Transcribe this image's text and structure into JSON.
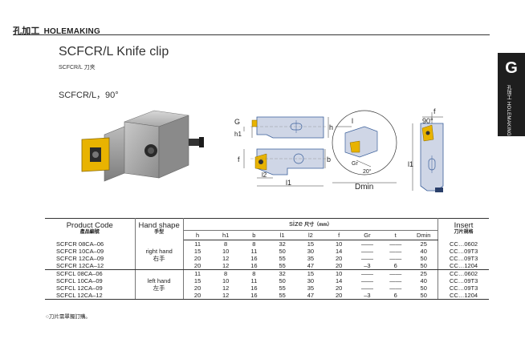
{
  "header": {
    "section_cn": "孔加工",
    "section_en": "HOLEMAKING"
  },
  "side_tab": {
    "letter": "G",
    "label_cn": "孔加工",
    "label_en": "HOLEMAKING"
  },
  "title": "SCFCR/L Knife clip",
  "subtitle": "SCFCR/L 刀夹",
  "series": "SCFCR/L，90°",
  "diagram_labels": {
    "G": "G",
    "h": "h",
    "h1": "h1",
    "f": "f",
    "b": "b",
    "l2": "l2",
    "l1": "l1",
    "l": "l",
    "Gr": "Gr",
    "angle_20": "20°",
    "Dmin": "Dmin",
    "f2": "f",
    "angle_90": "90°",
    "l1_side": "l1"
  },
  "table": {
    "headers": {
      "product_code": "Product Code",
      "product_code_cn": "產品編號",
      "hand_shape": "Hand shape",
      "hand_shape_cn": "手型",
      "size": "size",
      "size_cn": "尺寸（mm）",
      "insert": "Insert",
      "insert_cn": "刀片規格",
      "cols": [
        "h",
        "h1",
        "b",
        "l1",
        "l2",
        "f",
        "Gr",
        "t",
        "Dmin"
      ]
    },
    "groups": [
      {
        "hand": "right hand",
        "hand_cn": "右手",
        "rows": [
          {
            "code": "SCFCR 08CA–06",
            "h": "11",
            "h1": "8",
            "b": "8",
            "l1": "32",
            "l2": "15",
            "f": "10",
            "Gr": "——",
            "t": "——",
            "Dmin": "25",
            "insert": "CC…0602"
          },
          {
            "code": "SCFCR 10CA–09",
            "h": "15",
            "h1": "10",
            "b": "11",
            "l1": "50",
            "l2": "30",
            "f": "14",
            "Gr": "——",
            "t": "——",
            "Dmin": "40",
            "insert": "CC…09T3"
          },
          {
            "code": "SCFCR 12CA–09",
            "h": "20",
            "h1": "12",
            "b": "16",
            "l1": "55",
            "l2": "35",
            "f": "20",
            "Gr": "——",
            "t": "——",
            "Dmin": "50",
            "insert": "CC…09T3"
          },
          {
            "code": "SCFCR 12CA–12",
            "h": "20",
            "h1": "12",
            "b": "16",
            "l1": "55",
            "l2": "47",
            "f": "20",
            "Gr": "–3",
            "t": "6",
            "Dmin": "50",
            "insert": "CC…1204"
          }
        ]
      },
      {
        "hand": "left hand",
        "hand_cn": "左手",
        "rows": [
          {
            "code": "SCFCL 08CA–06",
            "h": "11",
            "h1": "8",
            "b": "8",
            "l1": "32",
            "l2": "15",
            "f": "10",
            "Gr": "——",
            "t": "——",
            "Dmin": "25",
            "insert": "CC…0602"
          },
          {
            "code": "SCFCL 10CA–09",
            "h": "15",
            "h1": "10",
            "b": "11",
            "l1": "50",
            "l2": "30",
            "f": "14",
            "Gr": "——",
            "t": "——",
            "Dmin": "40",
            "insert": "CC…09T3"
          },
          {
            "code": "SCFCL 12CA–09",
            "h": "20",
            "h1": "12",
            "b": "16",
            "l1": "55",
            "l2": "35",
            "f": "20",
            "Gr": "——",
            "t": "——",
            "Dmin": "50",
            "insert": "CC…09T3"
          },
          {
            "code": "SCFCL 12CA–12",
            "h": "20",
            "h1": "12",
            "b": "16",
            "l1": "55",
            "l2": "47",
            "f": "20",
            "Gr": "–3",
            "t": "6",
            "Dmin": "50",
            "insert": "CC…1204"
          }
        ]
      }
    ]
  },
  "note": "○刀片需單獨訂購。",
  "colors": {
    "insert_gold": "#e8b300",
    "holder_grey": "#9a9a9a",
    "diagram_blue": "#3a5f9a",
    "tab_black": "#1e1e1e"
  }
}
